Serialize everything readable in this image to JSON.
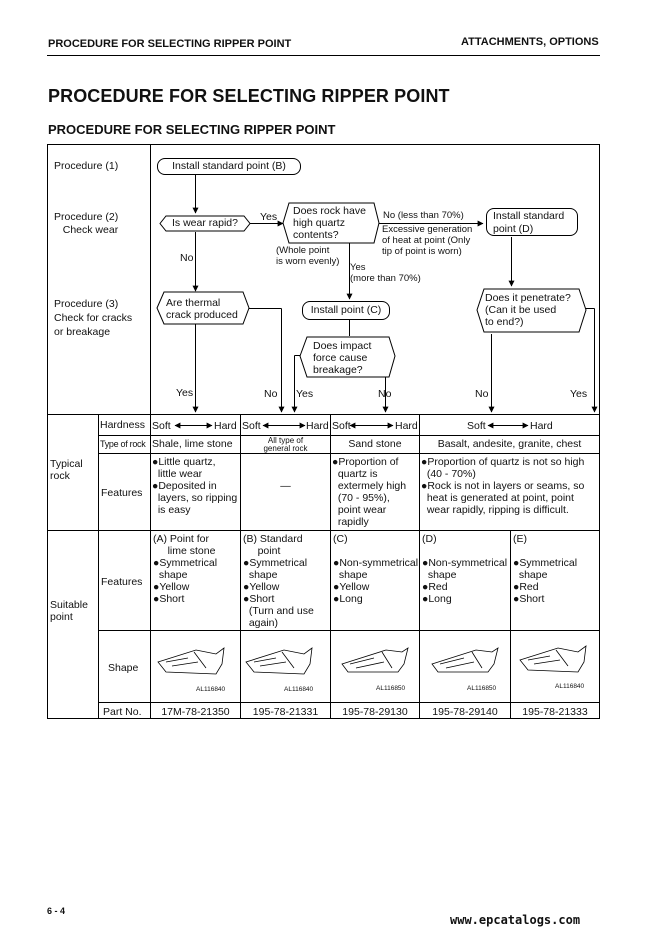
{
  "header": {
    "left": "PROCEDURE FOR SELECTING RIPPER POINT",
    "right": "ATTACHMENTS, OPTIONS"
  },
  "title": "PROCEDURE FOR SELECTING RIPPER POINT",
  "subtitle": "PROCEDURE FOR SELECTING RIPPER POINT",
  "flow": {
    "proc1": "Procedure (1)",
    "proc2": "Procedure (2)\n   Check wear",
    "proc3": "Procedure (3)\nCheck for cracks\nor breakage",
    "install_standard_b": "Install standard point (B)",
    "is_wear_rapid": "Is wear rapid?",
    "yes_1": "Yes",
    "rock_quartz": "Does rock have\nhigh quartz\ncontents?",
    "whole_point": "(Whole point\nis worn evenly)",
    "no_less_70": "No (less than 70%)",
    "excessive_heat": "Excessive generation\nof heat at point (Only\ntip of point is worn)",
    "install_standard_d": "Install standard\npoint (D)",
    "no_1": "No",
    "yes_more_70": "Yes\n(more than 70%)",
    "thermal_crack": "Are thermal\ncrack produced",
    "install_c": "Install point (C)",
    "does_penetrate": "Does it penetrate?\n(Can it be used\nto end?)",
    "impact_force": "Does impact\nforce cause\nbreakage?",
    "yes_a": "Yes",
    "no_b": "No",
    "yes_b": "Yes",
    "no_c": "No",
    "no_d": "No",
    "yes_e": "Yes"
  },
  "table": {
    "hardness_label": "Hardness",
    "soft": "Soft",
    "hard": "Hard",
    "type_of_rock_label": "Type of rock",
    "typical_rock_label": "Typical\nrock",
    "features_label": "Features",
    "suitable_point_label": "Suitable\npoint",
    "shape_label": "Shape",
    "part_no_label": "Part No.",
    "rock_types": [
      "Shale, lime stone",
      "All type of\ngeneral rock",
      "Sand stone",
      "Basalt, andesite, granite, chest"
    ],
    "rock_features": [
      "●Little quartz,\n  little wear\n●Deposited in\n  layers, so ripping\n  is easy",
      "—",
      "●Proportion of\n  quartz is\n  extermely high\n  (70 - 95%),\n  point wear\n  rapidly",
      "●Proportion of quartz is not so high\n  (40 - 70%)\n●Rock is not in layers or seams, so\n  heat is generated at point, point\n  wear rapidly, ripping is difficult."
    ],
    "point_features": [
      "(A) Point for\n     lime stone\n●Symmetrical\n  shape\n●Yellow\n●Short",
      "(B) Standard\n     point\n●Symmetrical\n  shape\n●Yellow\n●Short\n  (Turn and use\n  again)",
      "(C)\n\n●Non-symmetrical\n  shape\n●Yellow\n●Long",
      "(D)\n\n●Non-symmetrical\n  shape\n●Red\n●Long",
      "(E)\n\n●Symmetrical\n  shape\n●Red\n●Short"
    ],
    "shape_codes": [
      "AL116840",
      "AL116840",
      "AL116850",
      "AL116850",
      "AL116840"
    ],
    "part_numbers": [
      "17M-78-21350",
      "195-78-21331",
      "195-78-29130",
      "195-78-29140",
      "195-78-21333"
    ]
  },
  "footer": {
    "page": "6 - 4",
    "site": "www.epcatalogs.com"
  }
}
